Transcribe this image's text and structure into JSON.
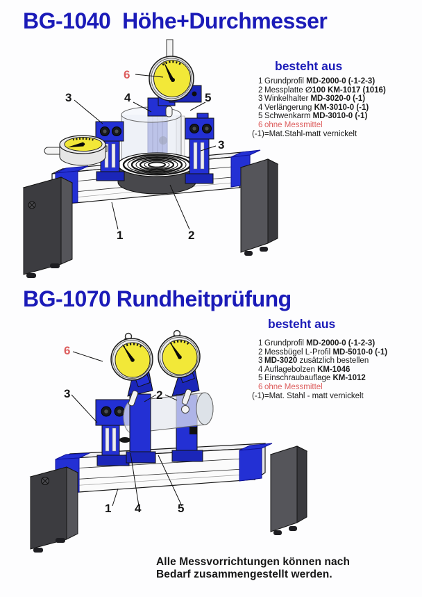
{
  "page": {
    "footer_line1": "Alle Messvorrichtungen können nach",
    "footer_line2": "Bedarf zusammengestellt werden."
  },
  "colors": {
    "title_blue": "#1B1BB8",
    "accent_red": "#DD5E5E",
    "fixture_blue": "#2330D4",
    "fixture_blue_dark": "#1B26B8",
    "gauge_yellow": "#F2E838",
    "text_black": "#1A1A1A"
  },
  "s1": {
    "title": "BG-1040  Höhe+Durchmesser",
    "list_heading": "besteht aus",
    "parts": [
      {
        "num": "1",
        "pre": "Grundprofil ",
        "code": "MD-2000-0 (-1-2-3)",
        "post": ""
      },
      {
        "num": "2",
        "pre": "Messplatte ",
        "code": "∅100 KM-1017 (1016)",
        "post": ""
      },
      {
        "num": "3",
        "pre": "Winkelhalter ",
        "code": "MD-3020-0 (-1)",
        "post": ""
      },
      {
        "num": "4",
        "pre": "Verlängerung ",
        "code": "KM-3010-0 (-1)",
        "post": ""
      },
      {
        "num": "5",
        "pre": "Schwenkarm ",
        "code": "MD-3010-0 (-1)",
        "post": ""
      },
      {
        "num": "6",
        "pre": "ohne Messmittel",
        "code": "",
        "post": ""
      }
    ],
    "note": "(-1)=Mat.Stahl-matt vernickelt",
    "callouts": {
      "c6": "6",
      "c3_left": "3",
      "c4": "4",
      "c5": "5",
      "c3_right": "3",
      "c1": "1",
      "c2": "2"
    }
  },
  "s2": {
    "title": "BG-1070 Rundheitprüfung",
    "list_heading": "besteht aus",
    "parts": [
      {
        "num": "1",
        "pre": "Grundprofil ",
        "code": "MD-2000-0 (-1-2-3)",
        "post": ""
      },
      {
        "num": "2",
        "pre": "Messbügel L-Profil ",
        "code": "MD-5010-0 (-1)",
        "post": ""
      },
      {
        "num": "3",
        "pre": "",
        "code": "MD-3020",
        "post": " zusätzlich bestellen"
      },
      {
        "num": "4",
        "pre": "Auflagebolzen ",
        "code": "KM-1046",
        "post": ""
      },
      {
        "num": "5",
        "pre": "Einschraubauflage ",
        "code": "KM-1012",
        "post": ""
      },
      {
        "num": "6",
        "pre": "ohne Messmittel",
        "code": "",
        "post": ""
      }
    ],
    "note": "(-1)=Mat. Stahl - matt vernickelt",
    "callouts": {
      "c6": "6",
      "c3": "3",
      "c2": "2",
      "c1": "1",
      "c4": "4",
      "c5": "5"
    }
  }
}
